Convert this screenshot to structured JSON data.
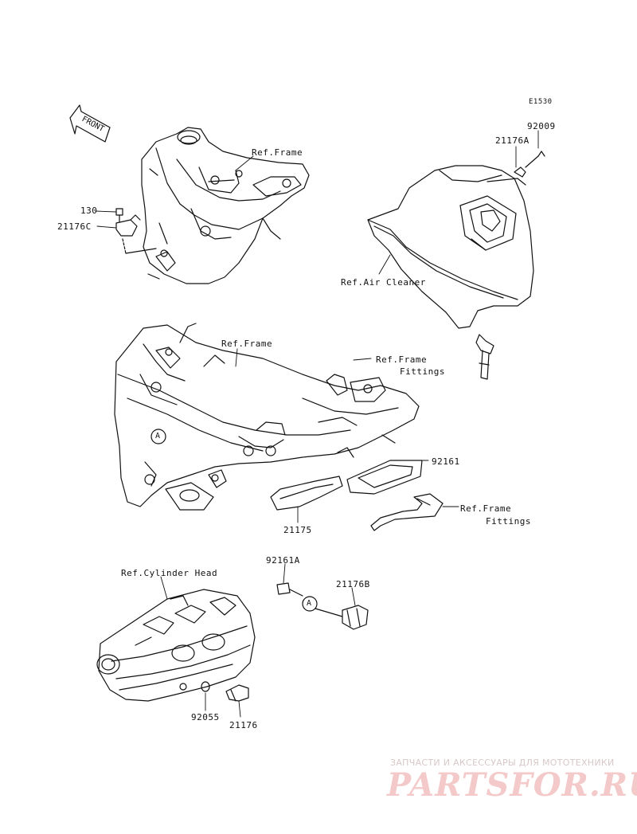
{
  "diagram": {
    "code": "E1530",
    "front_label": "FRONT",
    "labels": {
      "ref_frame_1": "Ref.Frame",
      "ref_frame_2": "Ref.Frame",
      "ref_air_cleaner": "Ref.Air Cleaner",
      "ref_frame_fittings_1_a": "Ref.Frame",
      "ref_frame_fittings_1_b": "Fittings",
      "ref_frame_fittings_2_a": "Ref.Frame",
      "ref_frame_fittings_2_b": "Fittings",
      "ref_cylinder_head": "Ref.Cylinder Head"
    },
    "parts": {
      "p130": "130",
      "p21176C": "21176C",
      "p92009": "92009",
      "p21176A": "21176A",
      "p92161": "92161",
      "p21175": "21175",
      "p92161A": "92161A",
      "p21176B": "21176B",
      "p92055": "92055",
      "p21176": "21176"
    },
    "callout_a_1": "A",
    "callout_a_2": "A"
  },
  "watermark": {
    "tagline": "ЗАПЧАСТИ И АКСЕССУАРЫ ДЛЯ МОТОТЕХНИКИ",
    "logo": "PARTSFOR.RU"
  }
}
